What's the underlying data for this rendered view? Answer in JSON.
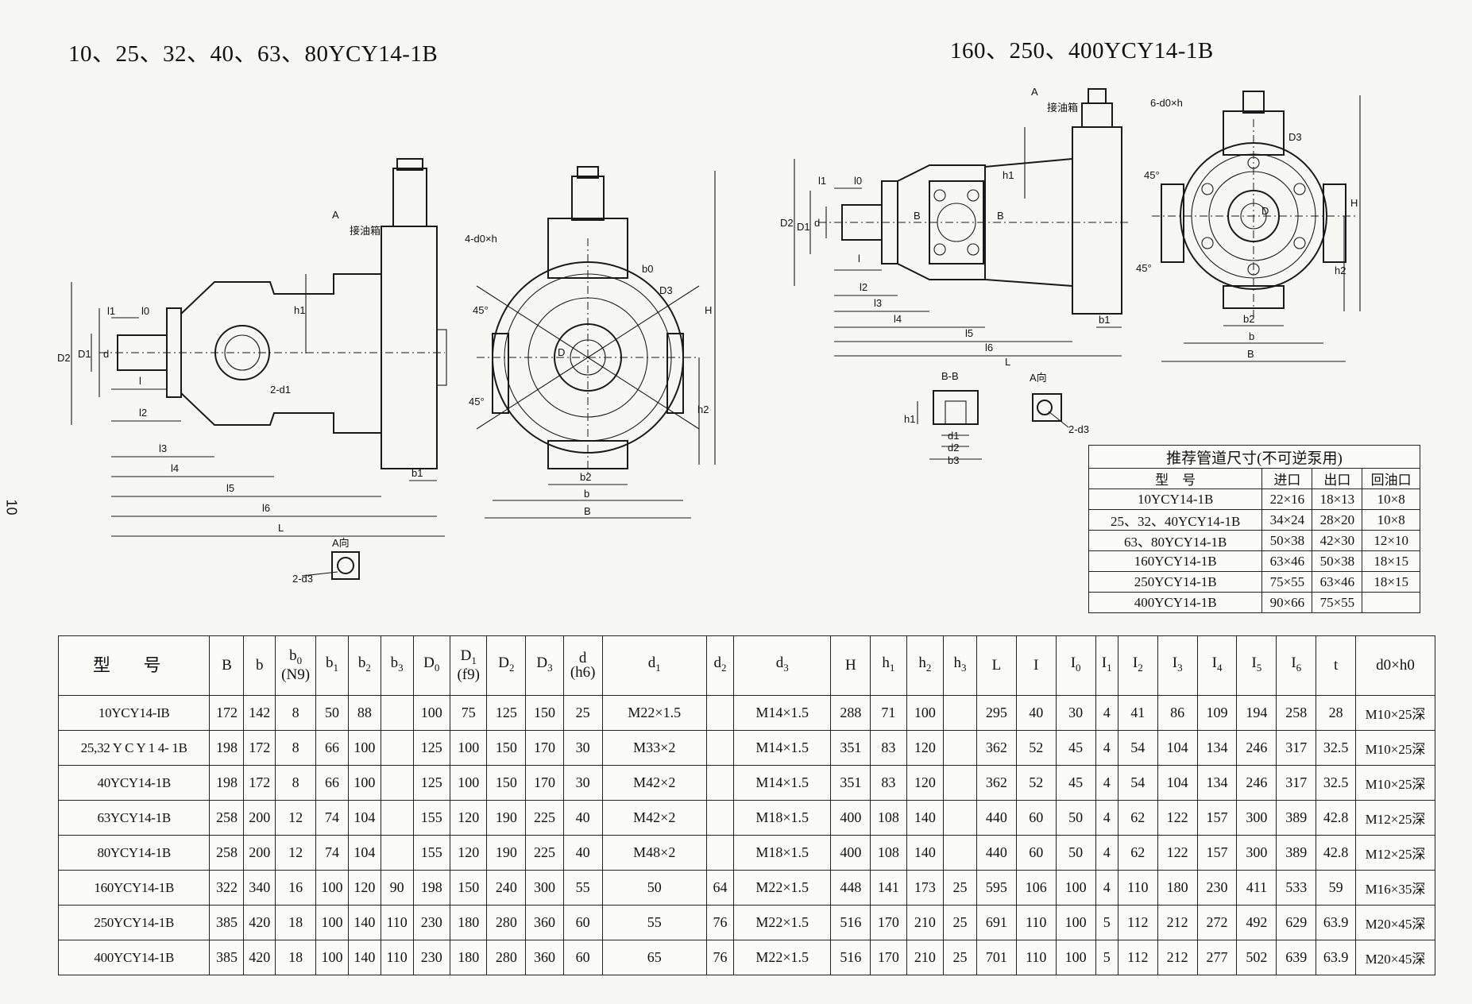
{
  "headings": {
    "left": "10、25、32、40、63、80YCY14-1B",
    "right": "160、250、400YCY14-1B"
  },
  "page_mark": "10",
  "drawing_labels": {
    "l1": "l1",
    "l0": "l0",
    "l": "l",
    "l2": "l2",
    "l3": "l3",
    "l4": "l4",
    "l5": "l5",
    "l6": "l6",
    "L": "L",
    "D1": "D1",
    "D2": "D2",
    "d": "d",
    "h1": "h1",
    "h2": "h2",
    "H": "H",
    "b": "b",
    "b1": "b1",
    "b2": "b2",
    "B": "B",
    "D": "D",
    "D3": "D3",
    "b0": "b0",
    "A": "A",
    "tank": "接油箱",
    "bolt_holes_left": "4-d0×h",
    "bolt_holes_right": "6-d0×h",
    "two_d1": "2-d1",
    "two_d3": "2-d3",
    "a_view": "A向",
    "angle": "45°",
    "section_bb": "B-B",
    "B_mark": "B",
    "d1": "d1",
    "d2": "d2",
    "b3": "b3"
  },
  "pipe_table": {
    "caption": "推荐管道尺寸(不可逆泵用)",
    "headers": [
      "型　号",
      "进口",
      "出口",
      "回油口"
    ],
    "rows": [
      [
        "10YCY14-1B",
        "22×16",
        "18×13",
        "10×8"
      ],
      [
        "25、32、40YCY14-1B",
        "34×24",
        "28×20",
        "10×8"
      ],
      [
        "63、80YCY14-1B",
        "50×38",
        "42×30",
        "12×10"
      ],
      [
        "160YCY14-1B",
        "63×46",
        "50×38",
        "18×15"
      ],
      [
        "250YCY14-1B",
        "75×55",
        "63×46",
        "18×15"
      ],
      [
        "400YCY14-1B",
        "90×66",
        "75×55",
        ""
      ]
    ]
  },
  "dim_table": {
    "model_header": "型 号",
    "headers": [
      {
        "main": "B",
        "sub": "",
        "paren": ""
      },
      {
        "main": "b",
        "sub": "",
        "paren": ""
      },
      {
        "main": "b",
        "sub": "0",
        "paren": "(N9)"
      },
      {
        "main": "b",
        "sub": "1",
        "paren": ""
      },
      {
        "main": "b",
        "sub": "2",
        "paren": ""
      },
      {
        "main": "b",
        "sub": "3",
        "paren": ""
      },
      {
        "main": "D",
        "sub": "0",
        "paren": ""
      },
      {
        "main": "D",
        "sub": "1",
        "paren": "(f9)"
      },
      {
        "main": "D",
        "sub": "2",
        "paren": ""
      },
      {
        "main": "D",
        "sub": "3",
        "paren": ""
      },
      {
        "main": "d",
        "sub": "",
        "paren": "(h6)"
      },
      {
        "main": "d",
        "sub": "1",
        "paren": ""
      },
      {
        "main": "d",
        "sub": "2",
        "paren": ""
      },
      {
        "main": "d",
        "sub": "3",
        "paren": ""
      },
      {
        "main": "H",
        "sub": "",
        "paren": ""
      },
      {
        "main": "h",
        "sub": "1",
        "paren": ""
      },
      {
        "main": "h",
        "sub": "2",
        "paren": ""
      },
      {
        "main": "h",
        "sub": "3",
        "paren": ""
      },
      {
        "main": "L",
        "sub": "",
        "paren": ""
      },
      {
        "main": "I",
        "sub": "",
        "paren": ""
      },
      {
        "main": "I",
        "sub": "0",
        "paren": ""
      },
      {
        "main": "I",
        "sub": "1",
        "paren": ""
      },
      {
        "main": "I",
        "sub": "2",
        "paren": ""
      },
      {
        "main": "I",
        "sub": "3",
        "paren": ""
      },
      {
        "main": "I",
        "sub": "4",
        "paren": ""
      },
      {
        "main": "I",
        "sub": "5",
        "paren": ""
      },
      {
        "main": "I",
        "sub": "6",
        "paren": ""
      },
      {
        "main": "t",
        "sub": "",
        "paren": ""
      },
      {
        "main": "d0×h0",
        "sub": "",
        "paren": ""
      }
    ],
    "rows": [
      [
        "10YCY14-IB",
        "172",
        "142",
        "8",
        "50",
        "88",
        "",
        "100",
        "75",
        "125",
        "150",
        "25",
        "M22×1.5",
        "",
        "M14×1.5",
        "288",
        "71",
        "100",
        "",
        "295",
        "40",
        "30",
        "4",
        "41",
        "86",
        "109",
        "194",
        "258",
        "28",
        "M10×25深"
      ],
      [
        "25,32 Y C Y 1 4- 1B",
        "198",
        "172",
        "8",
        "66",
        "100",
        "",
        "125",
        "100",
        "150",
        "170",
        "30",
        "M33×2",
        "",
        "M14×1.5",
        "351",
        "83",
        "120",
        "",
        "362",
        "52",
        "45",
        "4",
        "54",
        "104",
        "134",
        "246",
        "317",
        "32.5",
        "M10×25深"
      ],
      [
        "40YCY14-1B",
        "198",
        "172",
        "8",
        "66",
        "100",
        "",
        "125",
        "100",
        "150",
        "170",
        "30",
        "M42×2",
        "",
        "M14×1.5",
        "351",
        "83",
        "120",
        "",
        "362",
        "52",
        "45",
        "4",
        "54",
        "104",
        "134",
        "246",
        "317",
        "32.5",
        "M10×25深"
      ],
      [
        "63YCY14-1B",
        "258",
        "200",
        "12",
        "74",
        "104",
        "",
        "155",
        "120",
        "190",
        "225",
        "40",
        "M42×2",
        "",
        "M18×1.5",
        "400",
        "108",
        "140",
        "",
        "440",
        "60",
        "50",
        "4",
        "62",
        "122",
        "157",
        "300",
        "389",
        "42.8",
        "M12×25深"
      ],
      [
        "80YCY14-1B",
        "258",
        "200",
        "12",
        "74",
        "104",
        "",
        "155",
        "120",
        "190",
        "225",
        "40",
        "M48×2",
        "",
        "M18×1.5",
        "400",
        "108",
        "140",
        "",
        "440",
        "60",
        "50",
        "4",
        "62",
        "122",
        "157",
        "300",
        "389",
        "42.8",
        "M12×25深"
      ],
      [
        "160YCY14-1B",
        "322",
        "340",
        "16",
        "100",
        "120",
        "90",
        "198",
        "150",
        "240",
        "300",
        "55",
        "50",
        "64",
        "M22×1.5",
        "448",
        "141",
        "173",
        "25",
        "595",
        "106",
        "100",
        "4",
        "110",
        "180",
        "230",
        "411",
        "533",
        "59",
        "M16×35深"
      ],
      [
        "250YCY14-1B",
        "385",
        "420",
        "18",
        "100",
        "140",
        "110",
        "230",
        "180",
        "280",
        "360",
        "60",
        "55",
        "76",
        "M22×1.5",
        "516",
        "170",
        "210",
        "25",
        "691",
        "110",
        "100",
        "5",
        "112",
        "212",
        "272",
        "492",
        "629",
        "63.9",
        "M20×45深"
      ],
      [
        "400YCY14-1B",
        "385",
        "420",
        "18",
        "100",
        "140",
        "110",
        "230",
        "180",
        "280",
        "360",
        "60",
        "65",
        "76",
        "M22×1.5",
        "516",
        "170",
        "210",
        "25",
        "701",
        "110",
        "100",
        "5",
        "112",
        "212",
        "277",
        "502",
        "639",
        "63.9",
        "M20×45深"
      ]
    ]
  }
}
